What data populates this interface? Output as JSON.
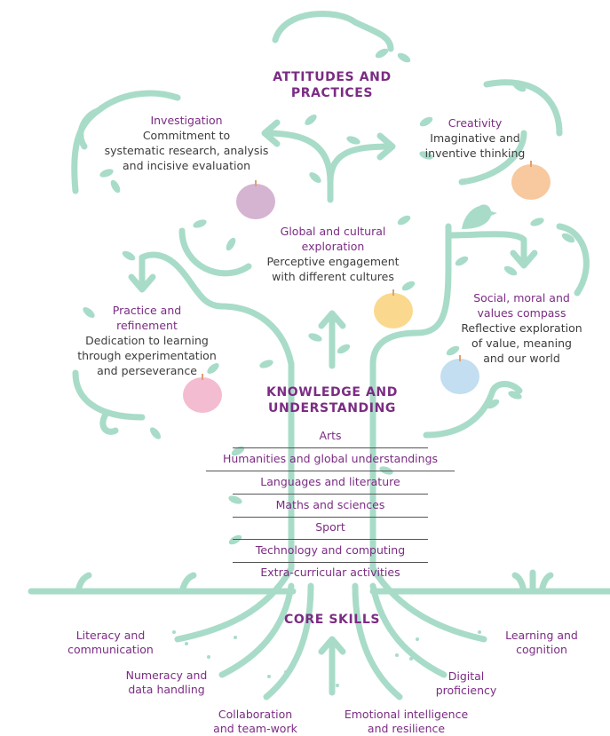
{
  "attitudes": {
    "title_line1": "ATTITUDES AND",
    "title_line2": "PRACTICES",
    "items": [
      {
        "heading": "Investigation",
        "lines": [
          "Commitment to",
          "systematic research, analysis",
          "and incisive evaluation"
        ]
      },
      {
        "heading": "Creativity",
        "lines": [
          "Imaginative and",
          "inventive thinking"
        ]
      },
      {
        "heading": "Global and cultural",
        "heading2": "exploration",
        "lines": [
          "Perceptive engagement",
          "with different cultures"
        ]
      },
      {
        "heading": "Practice and",
        "heading2": "refinement",
        "lines": [
          "Dedication to learning",
          "through experimentation",
          "and perseverance"
        ]
      },
      {
        "heading": "Social, moral and",
        "heading2": "values compass",
        "lines": [
          "Reflective exploration",
          "of value, meaning",
          "and our world"
        ]
      }
    ]
  },
  "knowledge": {
    "title_line1": "KNOWLEDGE AND",
    "title_line2": "UNDERSTANDING",
    "subjects": [
      "Arts",
      "Humanities and global understandings",
      "Languages and literature",
      "Maths and sciences",
      "Sport",
      "Technology and computing",
      "Extra-curricular activities"
    ]
  },
  "core": {
    "title": "CORE SKILLS",
    "skills": [
      {
        "line1": "Literacy and",
        "line2": "communication"
      },
      {
        "line1": "Numeracy and",
        "line2": "data handling"
      },
      {
        "line1": "Collaboration",
        "line2": "and team-work"
      },
      {
        "line1": "Emotional intelligence",
        "line2": "and resilience"
      },
      {
        "line1": "Digital",
        "line2": "proficiency"
      },
      {
        "line1": "Learning and",
        "line2": "cognition"
      }
    ]
  },
  "colors": {
    "branch": "#a8dcc8",
    "accent_text": "#7b2c83",
    "body_text": "#3c3c3c",
    "apples": [
      "#d5b4d1",
      "#f8c89e",
      "#fad98e",
      "#f3bcd0",
      "#c2def0"
    ]
  }
}
